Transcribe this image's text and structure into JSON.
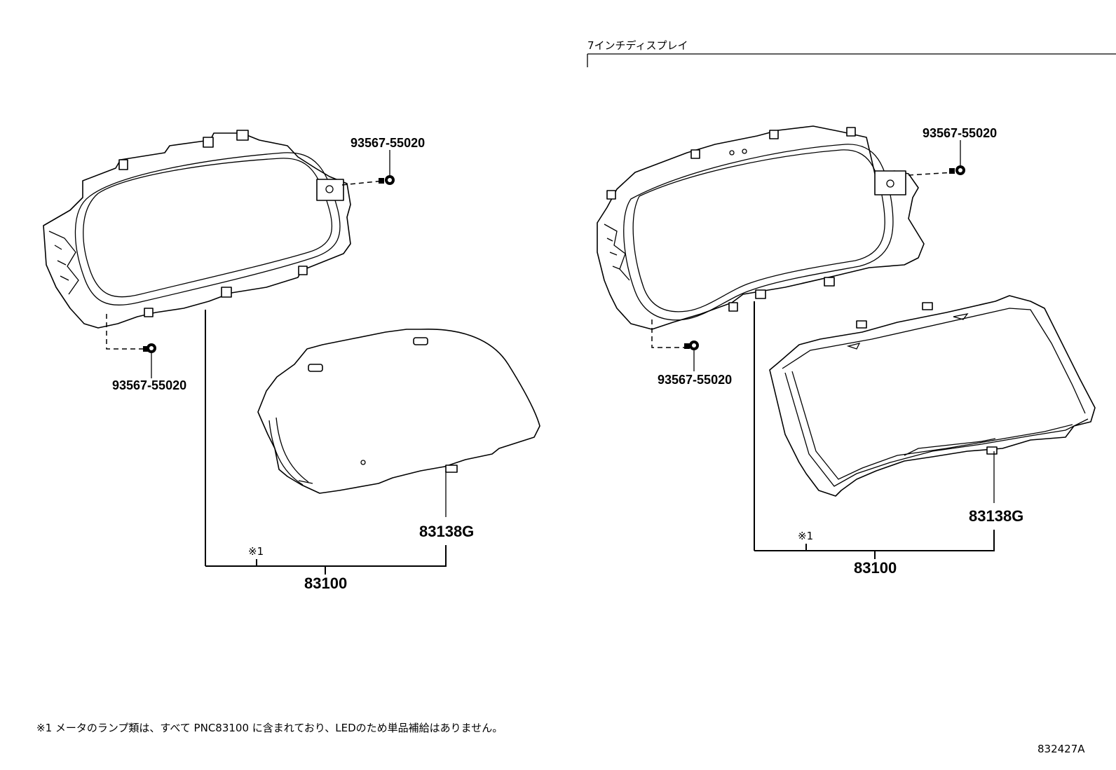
{
  "variant_heading": "7インチディスプレイ",
  "left": {
    "bolt_top": "93567-55020",
    "bolt_bottom": "93567-55020",
    "cover": "83138G",
    "ref": "※1",
    "assembly": "83100"
  },
  "right": {
    "bolt_top": "93567-55020",
    "bolt_bottom": "93567-55020",
    "cover": "83138G",
    "ref": "※1",
    "assembly": "83100"
  },
  "footnote": "※1 メータのランプ類は、すべて PNC83100 に含まれており、LEDのため単品補給はありません。",
  "diagram_id": "832427A"
}
